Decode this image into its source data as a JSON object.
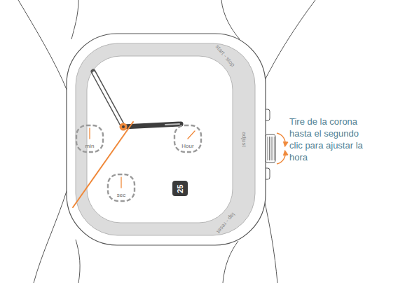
{
  "diagram": {
    "nodes": [
      {
        "text": [
          "min"
        ]
      },
      {
        "text": [
          "Hour"
        ]
      },
      {
        "text": [
          "sec"
        ]
      },
      {
        "text": [
          "25"
        ]
      }
    ],
    "labels": [
      "start - stop",
      "adjust",
      "lap - reset",
      "Tire de la corona hasta el segundo clic para ajustar la hora"
    ]
  }
}
